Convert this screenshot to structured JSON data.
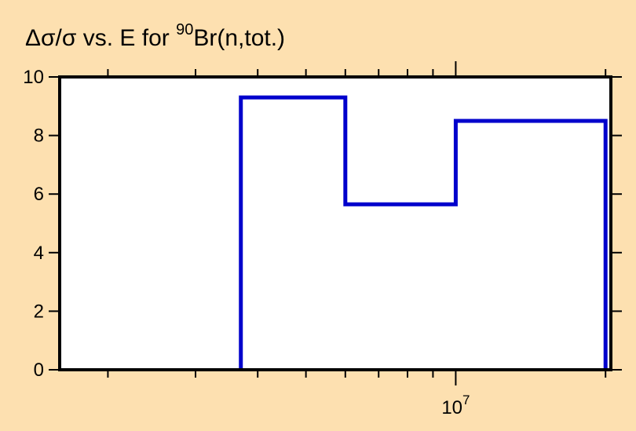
{
  "chart_data": {
    "type": "line",
    "step": true,
    "title": {
      "prefix": "Δσ/σ vs. E for ",
      "mass_number": "90",
      "suffix": "Br(n,tot.)"
    },
    "xlabel": "",
    "ylabel": "",
    "x_scale": "log",
    "xlim": [
      1600000,
      20500000
    ],
    "ylim": [
      0,
      10
    ],
    "y_ticks": [
      0,
      2,
      4,
      6,
      8,
      10
    ],
    "x_major_ticks": [
      {
        "value": 10000000,
        "base": "10",
        "exp": "7"
      }
    ],
    "x_minor_ticks": [
      2000000,
      3000000,
      4000000,
      5000000,
      6000000,
      7000000,
      8000000,
      9000000,
      20000000
    ],
    "series": [
      {
        "color": "#0000cc",
        "bins": [
          {
            "x0": 3700000,
            "x1": 6000000,
            "y": 9.3
          },
          {
            "x0": 6000000,
            "x1": 10000000,
            "y": 5.65
          },
          {
            "x0": 10000000,
            "x1": 20000000,
            "y": 8.5
          }
        ]
      }
    ],
    "grid": false,
    "colors": {
      "background": "#fde0b0",
      "plot_area": "#ffffff",
      "axis": "#000000",
      "line": "#0000cc"
    }
  }
}
